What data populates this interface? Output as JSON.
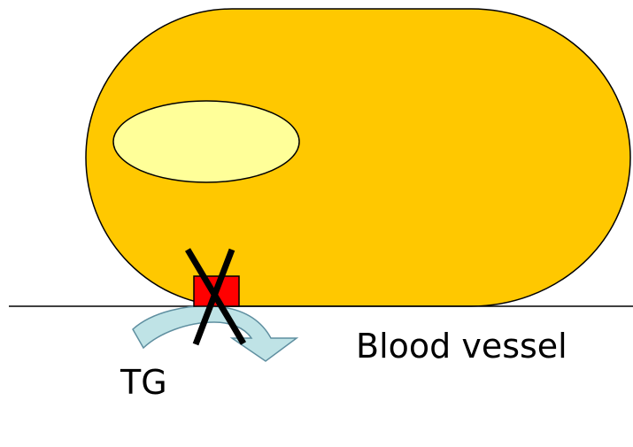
{
  "labels": {
    "blood_vessel": "Blood vessel",
    "tg": "TG"
  },
  "colors": {
    "cell_fill": "#FFC800",
    "nucleus_fill": "#FFFF99",
    "transporter_fill": "#FF0000",
    "arrow_fill": "#BFE3E6",
    "arrow_stroke": "#5F8FA0",
    "outline": "#000000"
  },
  "icons": {
    "cell": "cell-shape",
    "nucleus": "nucleus-shape",
    "transporter": "red-square",
    "blocked": "x-cross",
    "flow": "curved-arrow"
  }
}
